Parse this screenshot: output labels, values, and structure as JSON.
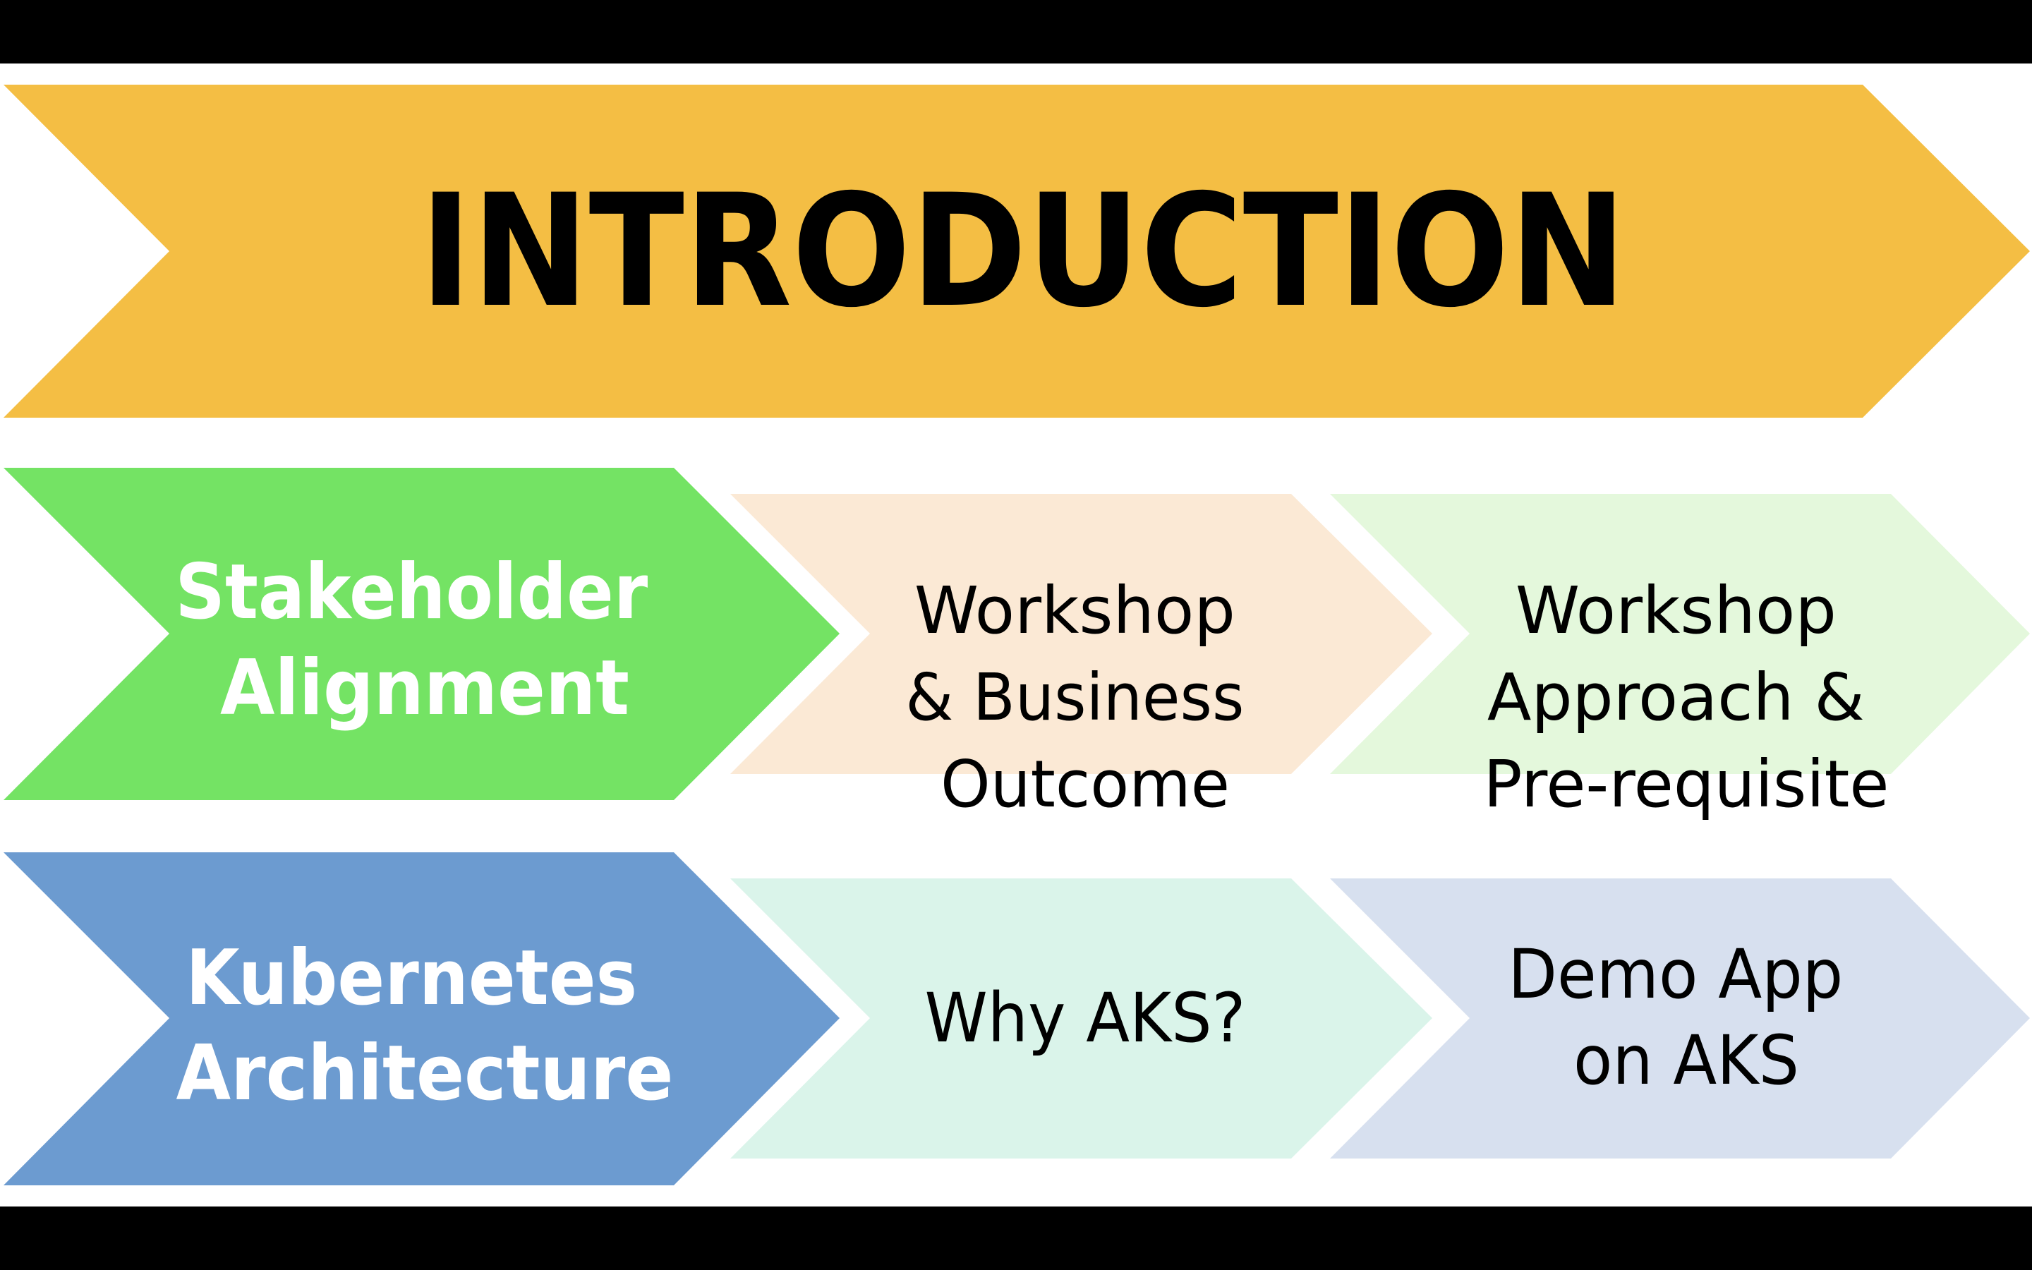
{
  "diagram": {
    "title": {
      "label": "INTRODUCTION",
      "fill": "#F4BE44",
      "text_color": "#000000"
    },
    "rows": [
      {
        "lead": {
          "lines": [
            "Stakeholder",
            "Alignment"
          ],
          "fill": "#74E364",
          "text_color": "#FFFFFF"
        },
        "steps": [
          {
            "lines": [
              "Workshop",
              "& Business",
              "Outcome"
            ],
            "fill": "#FBE9D5",
            "text_color": "#000000"
          },
          {
            "lines": [
              "Workshop",
              "Approach &",
              "Pre-requisite"
            ],
            "fill": "#E4F8DC",
            "text_color": "#000000"
          }
        ]
      },
      {
        "lead": {
          "lines": [
            "Kubernetes",
            "Architecture"
          ],
          "fill": "#6C9BD0",
          "text_color": "#FFFFFF"
        },
        "steps": [
          {
            "lines": [
              "Why AKS?"
            ],
            "fill": "#DAF4EA",
            "text_color": "#000000"
          },
          {
            "lines": [
              "Demo App",
              "on AKS"
            ],
            "fill": "#D7E0EF",
            "text_color": "#000000"
          }
        ]
      }
    ]
  }
}
